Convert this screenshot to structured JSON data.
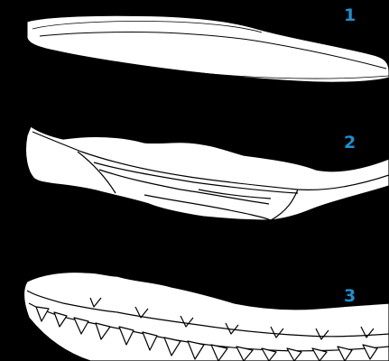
{
  "layers": [
    {
      "number": "1",
      "part": "insole-layer"
    },
    {
      "number": "2",
      "part": "midsole-layer"
    },
    {
      "number": "3",
      "part": "outsole-layer"
    }
  ],
  "colors": {
    "background": "#000000",
    "shape_fill": "#ffffff",
    "line": "#000000",
    "number": "#1e8fd0"
  }
}
